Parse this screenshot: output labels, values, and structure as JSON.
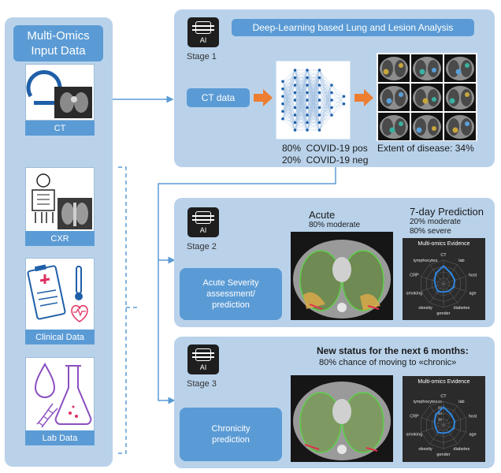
{
  "input_panel": {
    "title": "Multi-Omics Input Data",
    "items": [
      {
        "label": "CT"
      },
      {
        "label": "CXR"
      },
      {
        "label": "Clinical Data"
      },
      {
        "label": "Lab Data"
      }
    ]
  },
  "stage1": {
    "header": "Deep-Learning based Lung and Lesion Analysis",
    "ai_label": "AI",
    "stage_label": "Stage 1",
    "input_button": "CT data",
    "result_pos": "80%  COVID-19 pos",
    "result_neg": "20%  COVID-19 neg",
    "extent": "Extent of disease: 34%"
  },
  "stage2": {
    "ai_label": "AI",
    "stage_label": "Stage 2",
    "box_label": "Acute Severity assessment/ prediction",
    "acute_title": "Acute",
    "acute_sub": "80% moderate",
    "prediction_title": "7-day Prediction",
    "prediction_line1": "20% moderate",
    "prediction_line2": "80% severe",
    "radar_title": "Multi-omics Evidence",
    "radar_axes": [
      "CT",
      "lab",
      "host",
      "age",
      "diabetes",
      "gender",
      "obesity",
      "smoking",
      "CRP",
      "lymphocytes"
    ]
  },
  "stage3": {
    "ai_label": "AI",
    "stage_label": "Stage 3",
    "box_label": "Chronicity prediction",
    "status_title": "New status for the next 6 months:",
    "status_sub": "80% chance of moving to «chronic»",
    "radar_title": "Multi-omics Evidence",
    "radar_axes": [
      "CT",
      "lab",
      "host",
      "age",
      "diabetes",
      "gender",
      "obesity",
      "smoking",
      "CRP",
      "lymphocytes"
    ],
    "radar_ticks": [
      "80",
      "60",
      "40",
      "20"
    ]
  },
  "colors": {
    "panel_bg": "#b9d2ea",
    "accent_blue": "#5b9bd5",
    "arrow_orange": "#ed7d31",
    "connector": "#5b9bd5"
  }
}
